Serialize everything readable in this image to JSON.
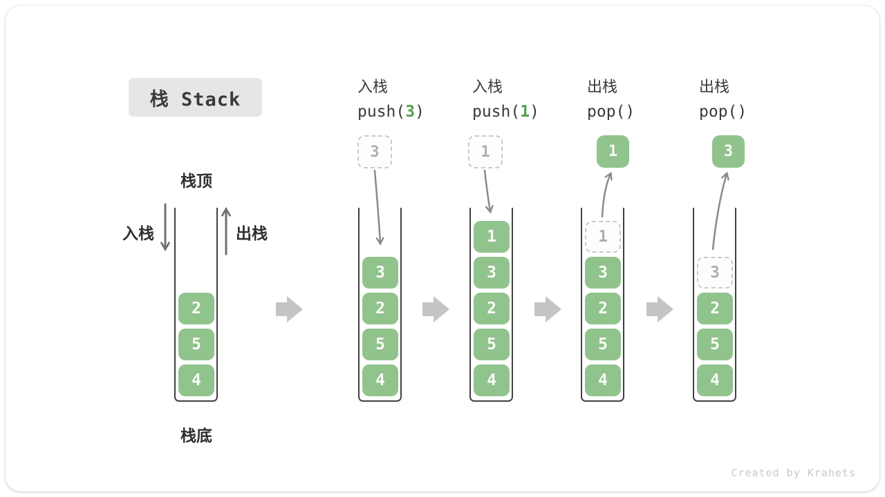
{
  "title": {
    "text": "栈 Stack"
  },
  "stack_labels": {
    "top": "栈顶",
    "bottom": "栈底",
    "push": "入栈",
    "pop": "出栈"
  },
  "steps": [
    {
      "label": "入栈",
      "fn": "push(",
      "arg": "3",
      "close": ")",
      "floating": "3",
      "floating_style": "dashed"
    },
    {
      "label": "入栈",
      "fn": "push(",
      "arg": "1",
      "close": ")",
      "floating": "1",
      "floating_style": "dashed"
    },
    {
      "label": "出栈",
      "fn": "pop()",
      "arg": "",
      "close": "",
      "floating": "1",
      "floating_style": "solid-green"
    },
    {
      "label": "出栈",
      "fn": "pop()",
      "arg": "",
      "close": "",
      "floating": "3",
      "floating_style": "solid-green"
    }
  ],
  "stacks": {
    "s1": {
      "cells": [
        "2",
        "5",
        "4"
      ]
    },
    "s2": {
      "cells": [
        "3",
        "2",
        "5",
        "4"
      ]
    },
    "s3": {
      "cells": [
        "1",
        "3",
        "2",
        "5",
        "4"
      ]
    },
    "s4": {
      "ghost": "1",
      "cells": [
        "3",
        "2",
        "5",
        "4"
      ]
    },
    "s5": {
      "ghost": "3",
      "cells": [
        "2",
        "5",
        "4"
      ]
    }
  },
  "watermark": "Created by Krahets",
  "colors": {
    "green": "#91C38C",
    "green-dark": "#52A052",
    "ink": "#3A3A3A",
    "label": "#2F2F2F",
    "wall": "#414141",
    "ghost-border": "#C9C9C9",
    "ghost-text": "#AFAFAF",
    "arrow": "#8A8A8A",
    "arrow-dark": "#6F6F6F",
    "block": "#C4C4C4",
    "title-bg": "#E6E6E6",
    "wm": "#C8C8C8"
  }
}
